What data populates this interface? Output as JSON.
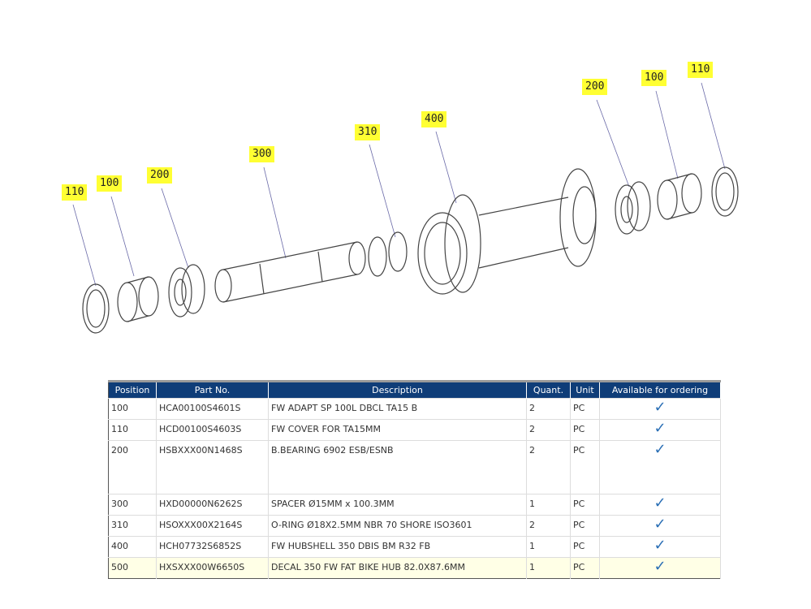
{
  "callouts": [
    "110",
    "100",
    "200",
    "300",
    "310",
    "400",
    "200",
    "100",
    "110"
  ],
  "table": {
    "headers": [
      "Position",
      "Part No.",
      "Description",
      "Quant.",
      "Unit",
      "Available for ordering"
    ],
    "rows": [
      {
        "position": "100",
        "part": "HCA00100S4601S",
        "desc": "FW ADAPT SP 100L DBCL TA15 B",
        "qty": "2",
        "unit": "PC",
        "avail": "✓"
      },
      {
        "position": "110",
        "part": "HCD00100S4603S",
        "desc": "FW COVER FOR TA15MM",
        "qty": "2",
        "unit": "PC",
        "avail": "✓"
      },
      {
        "position": "200",
        "part": "HSBXXX00N1468S",
        "desc": "B.BEARING 6902 ESB/ESNB",
        "qty": "2",
        "unit": "PC",
        "avail": "✓"
      },
      {
        "position": "300",
        "part": "HXD00000N6262S",
        "desc": "SPACER Ø15MM x 100.3MM",
        "qty": "1",
        "unit": "PC",
        "avail": "✓"
      },
      {
        "position": "310",
        "part": "HSOXXX00X2164S",
        "desc": "O-RING Ø18X2.5MM NBR 70 SHORE ISO3601",
        "qty": "2",
        "unit": "PC",
        "avail": "✓"
      },
      {
        "position": "400",
        "part": "HCH07732S6852S",
        "desc": "FW HUBSHELL 350 DBIS BM R32 FB",
        "qty": "1",
        "unit": "PC",
        "avail": "✓"
      },
      {
        "position": "500",
        "part": "HXSXXX00W6650S",
        "desc": "DECAL 350 FW FAT BIKE HUB 82.0X87.6MM",
        "qty": "1",
        "unit": "PC",
        "avail": "✓"
      }
    ]
  }
}
